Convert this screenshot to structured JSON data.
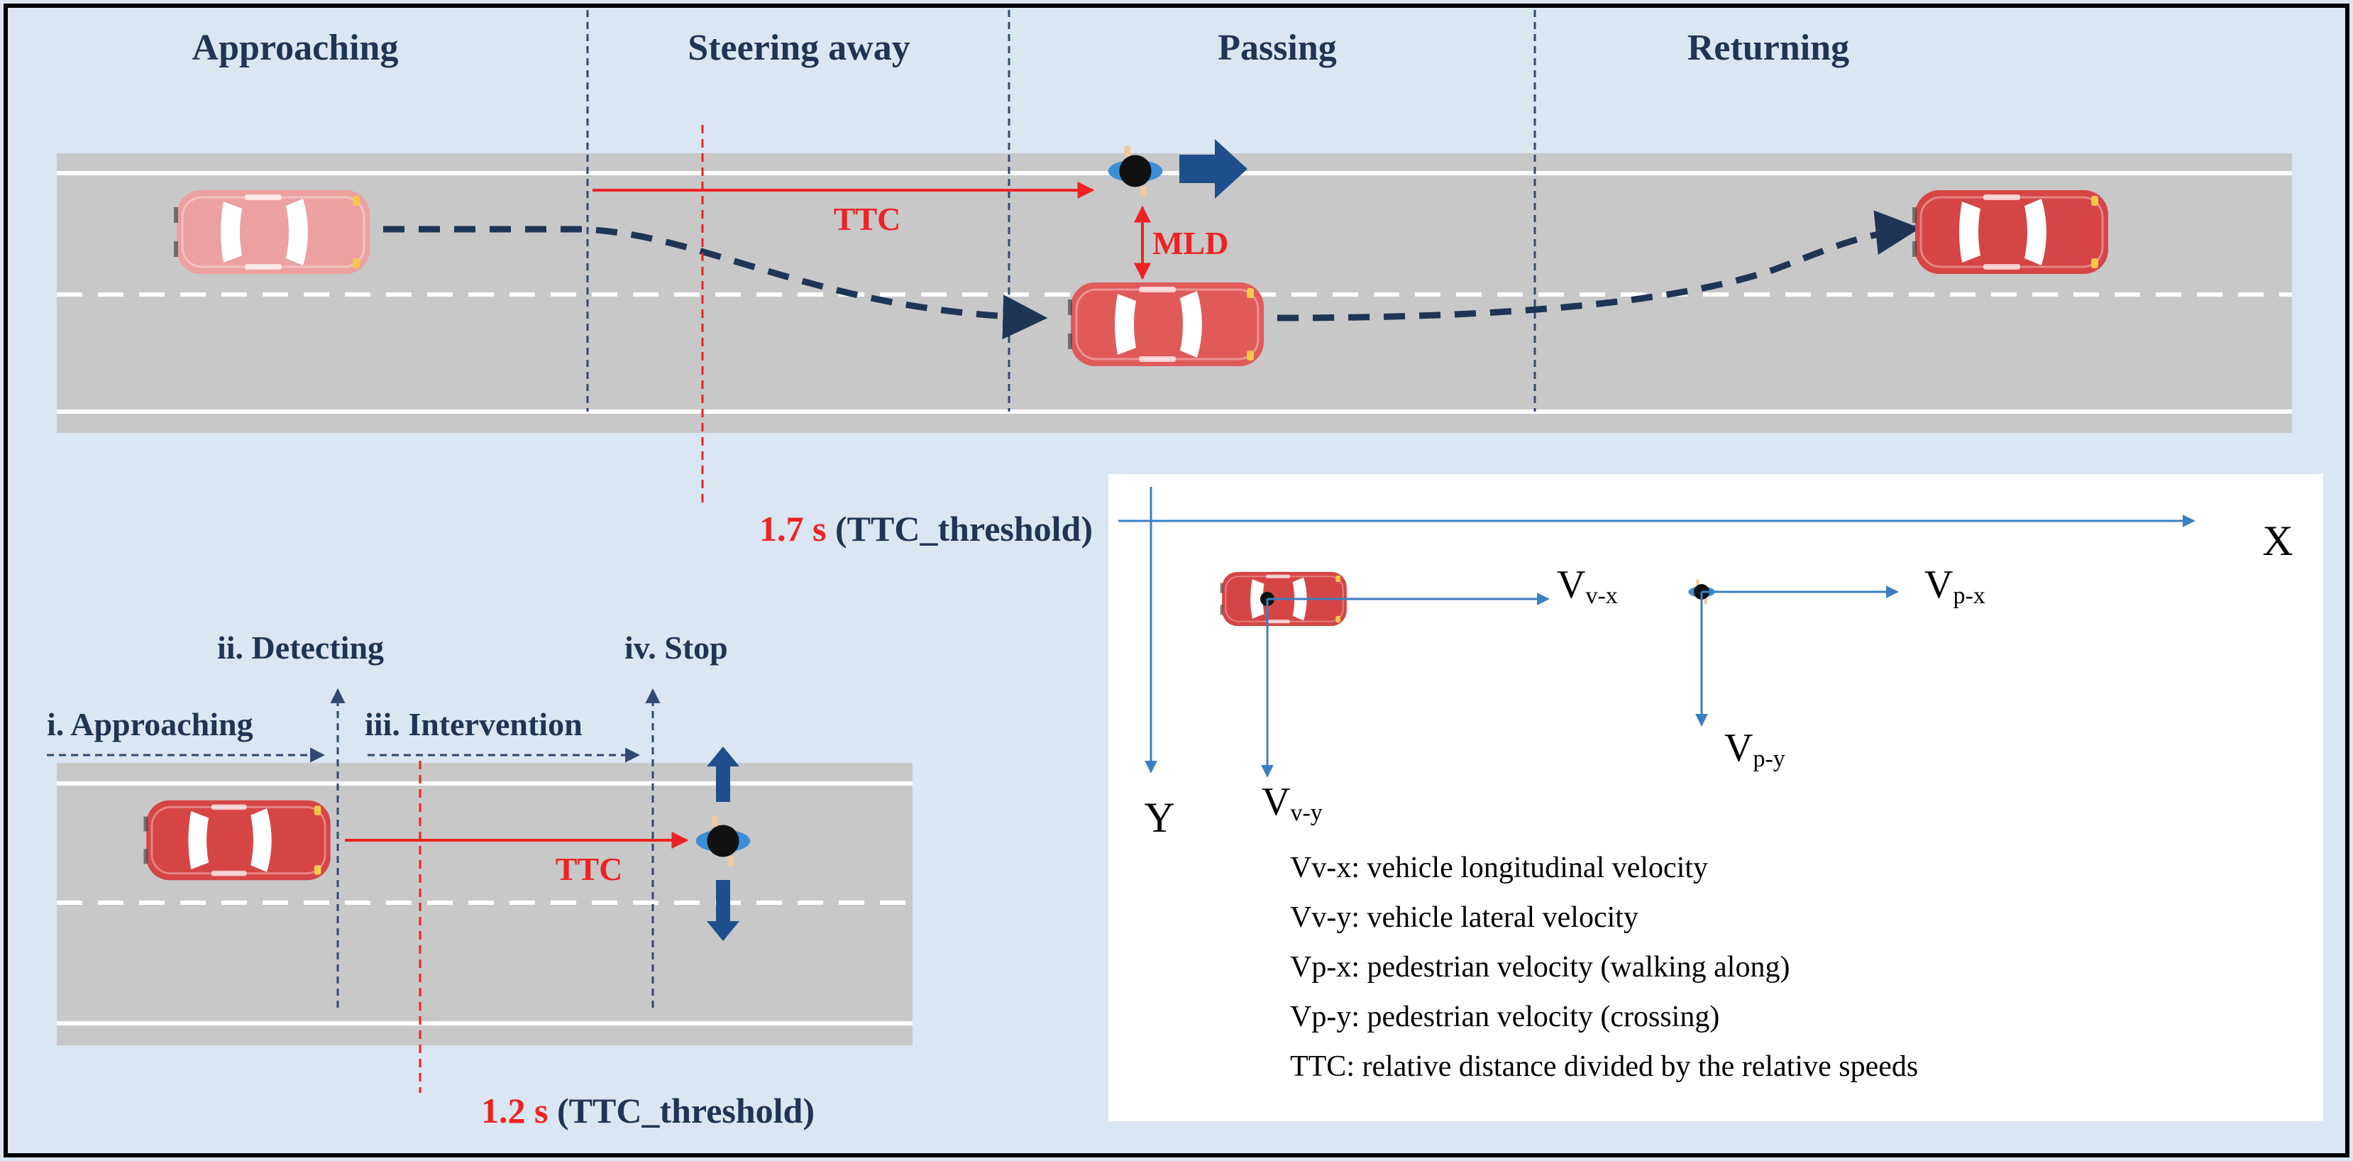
{
  "colors": {
    "background": "#dae6f1",
    "frame": "#000000",
    "road": "#c8c8c8",
    "lane_line": "#ffffff",
    "divider": "#2f4a72",
    "trajectory": "#1e3555",
    "red": "#ee2222",
    "ped_arrow": "#1f4e8c",
    "car_body": "#e05a5a",
    "car_faded": "#eda0a0",
    "axis_blue": "#3b7fc0",
    "panel_bg": "#ffffff"
  },
  "phases": [
    "Approaching",
    "Steering away",
    "Passing",
    "Returning"
  ],
  "top_scene": {
    "ttc_label": "TTC",
    "mld_label": "MLD",
    "threshold_value": "1.7 s",
    "threshold_text": " (TTC_threshold)"
  },
  "bottom_scene": {
    "stage_labels": [
      "i. Approaching",
      "ii. Detecting",
      "iii. Intervention",
      "iv. Stop"
    ],
    "ttc_label": "TTC",
    "threshold_value": "1.2 s",
    "threshold_text": " (TTC_threshold)"
  },
  "axes_panel": {
    "x_axis": "X",
    "y_axis": "Y",
    "vv_x": {
      "main": "V",
      "sub": "v-x"
    },
    "vv_y": {
      "main": "V",
      "sub": "v-y"
    },
    "vp_x": {
      "main": "V",
      "sub": "p-x"
    },
    "vp_y": {
      "main": "V",
      "sub": "p-y"
    },
    "legend": [
      "Vv-x: vehicle longitudinal velocity",
      "Vv-y: vehicle lateral velocity",
      "Vp-x: pedestrian velocity (walking along)",
      "Vp-y: pedestrian velocity (crossing)",
      "TTC: relative distance divided by the relative speeds"
    ]
  }
}
